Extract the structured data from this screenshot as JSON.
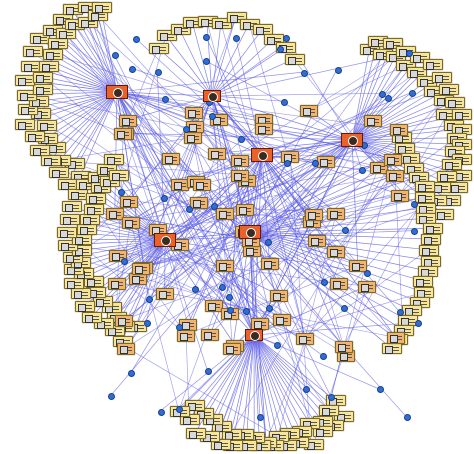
{
  "graph": {
    "type": "network",
    "palette": {
      "background": "#ffffff",
      "edge": "#5a5ae6",
      "leaf_node": "#f7e59a",
      "inner_node": "#f4b36c",
      "hub_node": "#e8632a",
      "endpoint_dot": "#2e6fd6"
    },
    "clusters": [
      {
        "id": "top-left",
        "hub_label": ""
      },
      {
        "id": "top-center",
        "hub_label": ""
      },
      {
        "id": "top-right",
        "hub_label": ""
      },
      {
        "id": "center",
        "hub_label": ""
      },
      {
        "id": "left",
        "hub_label": ""
      },
      {
        "id": "center-main",
        "hub_label": ""
      },
      {
        "id": "bottom",
        "hub_label": ""
      }
    ],
    "node_icon": "portrait-thumbnail-icon"
  }
}
